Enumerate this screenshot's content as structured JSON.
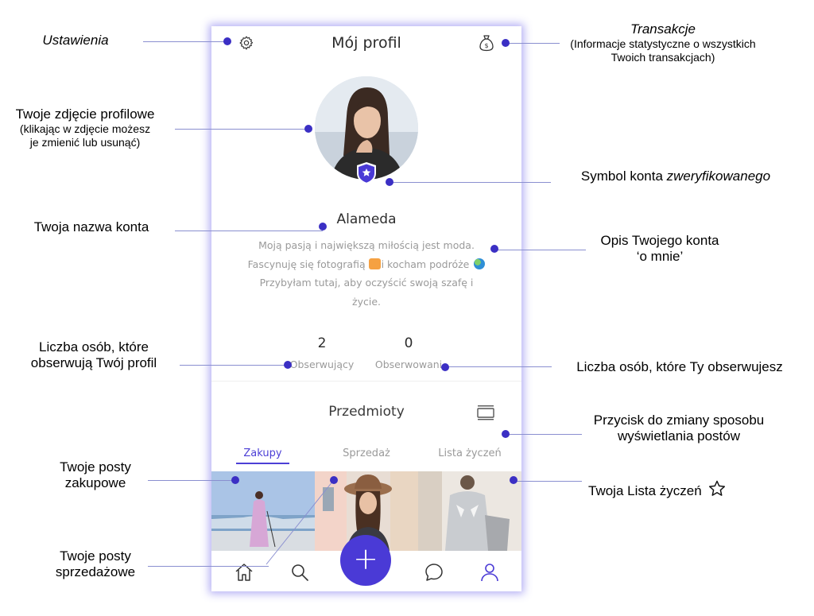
{
  "app": {
    "screen_title": "Mój profil",
    "username": "Alameda",
    "bio": {
      "line1": "Moją pasją i największą miłością jest moda.",
      "line2a": "Fascynuję się fotografią ",
      "line2b": "i kocham podróże ",
      "line3": "Przybyłam tutaj, aby oczyścić swoją szafę i",
      "line4": "życie."
    },
    "stats": [
      {
        "count": "2",
        "label": "Obserwujący"
      },
      {
        "count": "0",
        "label": "Obserwowani"
      }
    ],
    "section_title": "Przedmioty",
    "tabs": [
      "Zakupy",
      "Sprzedaż",
      "Lista życzeń"
    ],
    "fab_label": "+",
    "accent_color": "#4a3ad6",
    "icons": {
      "settings": "gear-icon",
      "transactions": "money-bag-icon",
      "verified": "shield-star-icon",
      "layout": "layout-toggle-icon",
      "nav": [
        "home-icon",
        "search-icon",
        "add-icon",
        "chat-icon",
        "profile-icon"
      ]
    }
  },
  "annotations": {
    "settings": "Ustawienia",
    "transactions_title": "Transakcje",
    "transactions_desc1": "(Informacje statystyczne o wszystkich",
    "transactions_desc2": "Twoich transakcjach)",
    "photo_title": "Twoje zdjęcie profilowe",
    "photo_desc1": "(klikając w zdjęcie możesz",
    "photo_desc2": "je zmienić lub usunąć)",
    "verified_plain": "Symbol konta ",
    "verified_italic": "zweryfikowanego",
    "account_name": "Twoja nazwa konta",
    "description1": "Opis Twojego konta",
    "description2": "‘o mnie’",
    "followers1": "Liczba osób, które",
    "followers2": "obserwują Twój profil",
    "following": "Liczba osób, które Ty obserwujesz",
    "layout1": "Przycisk do zmiany sposobu",
    "layout2": "wyświetlania postów",
    "purchase1": "Twoje posty",
    "purchase2": "zakupowe",
    "wishlist": "Twoja Lista życzeń",
    "sale1": "Twoje posty",
    "sale2": "sprzedażowe"
  }
}
